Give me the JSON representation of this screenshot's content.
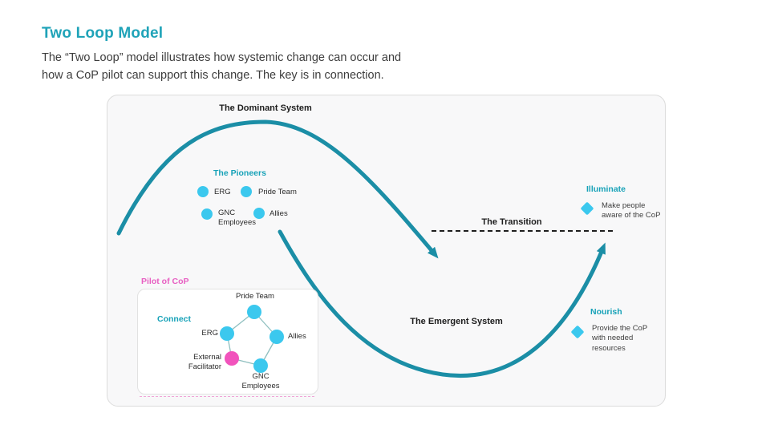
{
  "page": {
    "title": "Two Loop Model",
    "description_line1": "The “Two Loop” model illustrates how systemic change can occur and",
    "description_line2": "how a CoP pilot can support this change. The key is in connection."
  },
  "diagram": {
    "dominant_system_label": "The Dominant System",
    "emergent_system_label": "The Emergent System",
    "transition_label": "The Transition",
    "pioneers": {
      "label": "The Pioneers",
      "members": [
        "ERG",
        "Pride Team",
        "GNC Employees",
        "Allies"
      ]
    },
    "illuminate": {
      "label": "Illuminate",
      "description": "Make people aware of the CoP"
    },
    "nourish": {
      "label": "Nourish",
      "description": "Provide the CoP with needed resources"
    },
    "pilot": {
      "label": "Pilot of CoP",
      "connect_label": "Connect",
      "nodes": [
        "Pride Team",
        "ERG",
        "Allies",
        "External Facilitator",
        "GNC Employees"
      ]
    },
    "colors": {
      "accent_teal": "#17A2B8",
      "curve_teal": "#1B8EA6",
      "node_cyan": "#3BC8EE",
      "node_pink": "#F153BC",
      "pink_label": "#E85FC2"
    }
  }
}
